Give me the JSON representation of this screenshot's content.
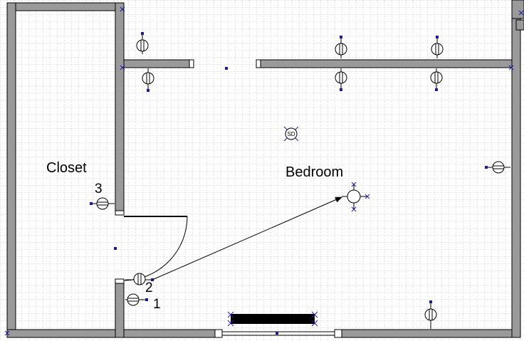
{
  "rooms": {
    "closet": "Closet",
    "bedroom": "Bedroom"
  },
  "device_numbers": {
    "one": "1",
    "two": "2",
    "three": "3"
  },
  "smoke_detector": {
    "label": "SD"
  },
  "colors": {
    "background": "#ffffff",
    "grid": "#c8c8c8",
    "wall": "#9a9a9a",
    "outline": "#000000",
    "selection": "#1a1aa6"
  },
  "icons": {
    "outlet": "duplex-outlet-icon",
    "switch": "light-switch-icon",
    "ceiling_light": "ceiling-light-icon",
    "smoke_detector": "smoke-detector-icon",
    "baseboard_heater": "baseboard-heater-icon"
  }
}
